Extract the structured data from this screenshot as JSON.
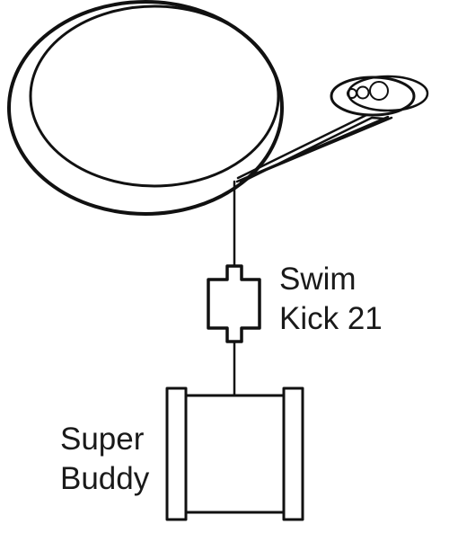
{
  "labels": {
    "kick_line1": "Swim",
    "kick_line2": "Kick 21",
    "buddy_line1": "Super",
    "buddy_line2": "Buddy"
  },
  "colors": {
    "stroke": "#111111",
    "background": "#ffffff",
    "text": "#1a1a1a"
  }
}
